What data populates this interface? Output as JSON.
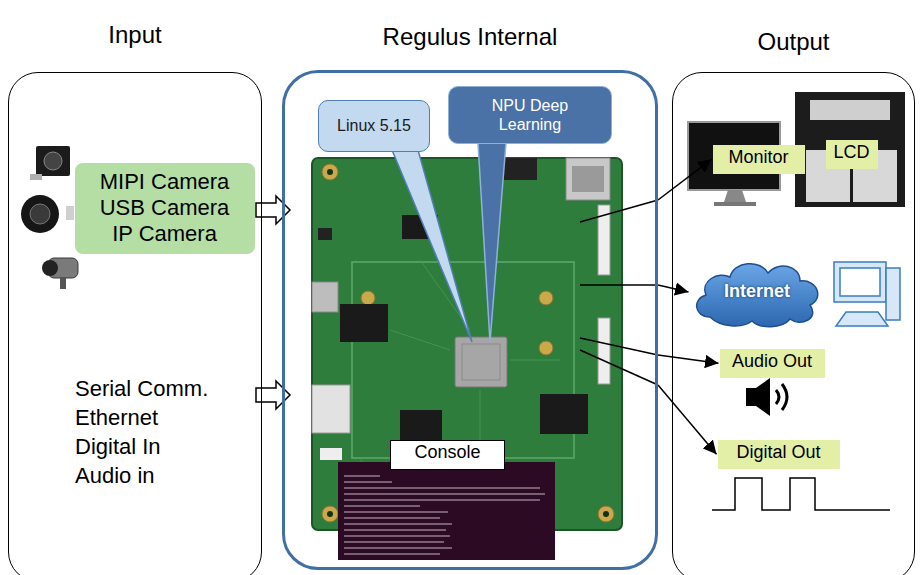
{
  "diagram": {
    "nodes": [
      {
        "text": [
          "Input"
        ]
      },
      {
        "text": [
          "MIPI Camera USB Camera IP Camera"
        ],
        "in": 0
      },
      {
        "text": [
          "Regulus Internal"
        ]
      },
      {
        "text": [
          "Linux 5.15"
        ],
        "in": 2
      },
      {
        "text": [
          "NPU Deep Learning"
        ],
        "in": 2
      },
      {
        "text": [
          "Console"
        ],
        "in": 2
      },
      {
        "text": [
          "Output"
        ]
      },
      {
        "text": [
          "Monitor"
        ],
        "in": 6
      },
      {
        "text": [
          "LCD"
        ],
        "in": 6
      },
      {
        "text": [
          "Internet"
        ],
        "in": 6
      },
      {
        "text": [
          "Audio Out"
        ],
        "in": 6
      },
      {
        "text": [
          "Digital Out"
        ],
        "in": 6
      }
    ],
    "edges": [
      {
        "from": 0,
        "to": 2,
        "arrow": "to"
      },
      {
        "from": 0,
        "to": 2,
        "arrow": "to"
      },
      {
        "from": 2,
        "to": 7,
        "arrow": "to"
      },
      {
        "from": 2,
        "to": 9,
        "arrow": "to"
      },
      {
        "from": 2,
        "to": 10,
        "arrow": "to"
      },
      {
        "from": 2,
        "to": 11,
        "arrow": "to"
      }
    ],
    "labels": [
      "Serial Comm.",
      "Ethernet",
      "Digital In",
      "Audio in"
    ]
  }
}
